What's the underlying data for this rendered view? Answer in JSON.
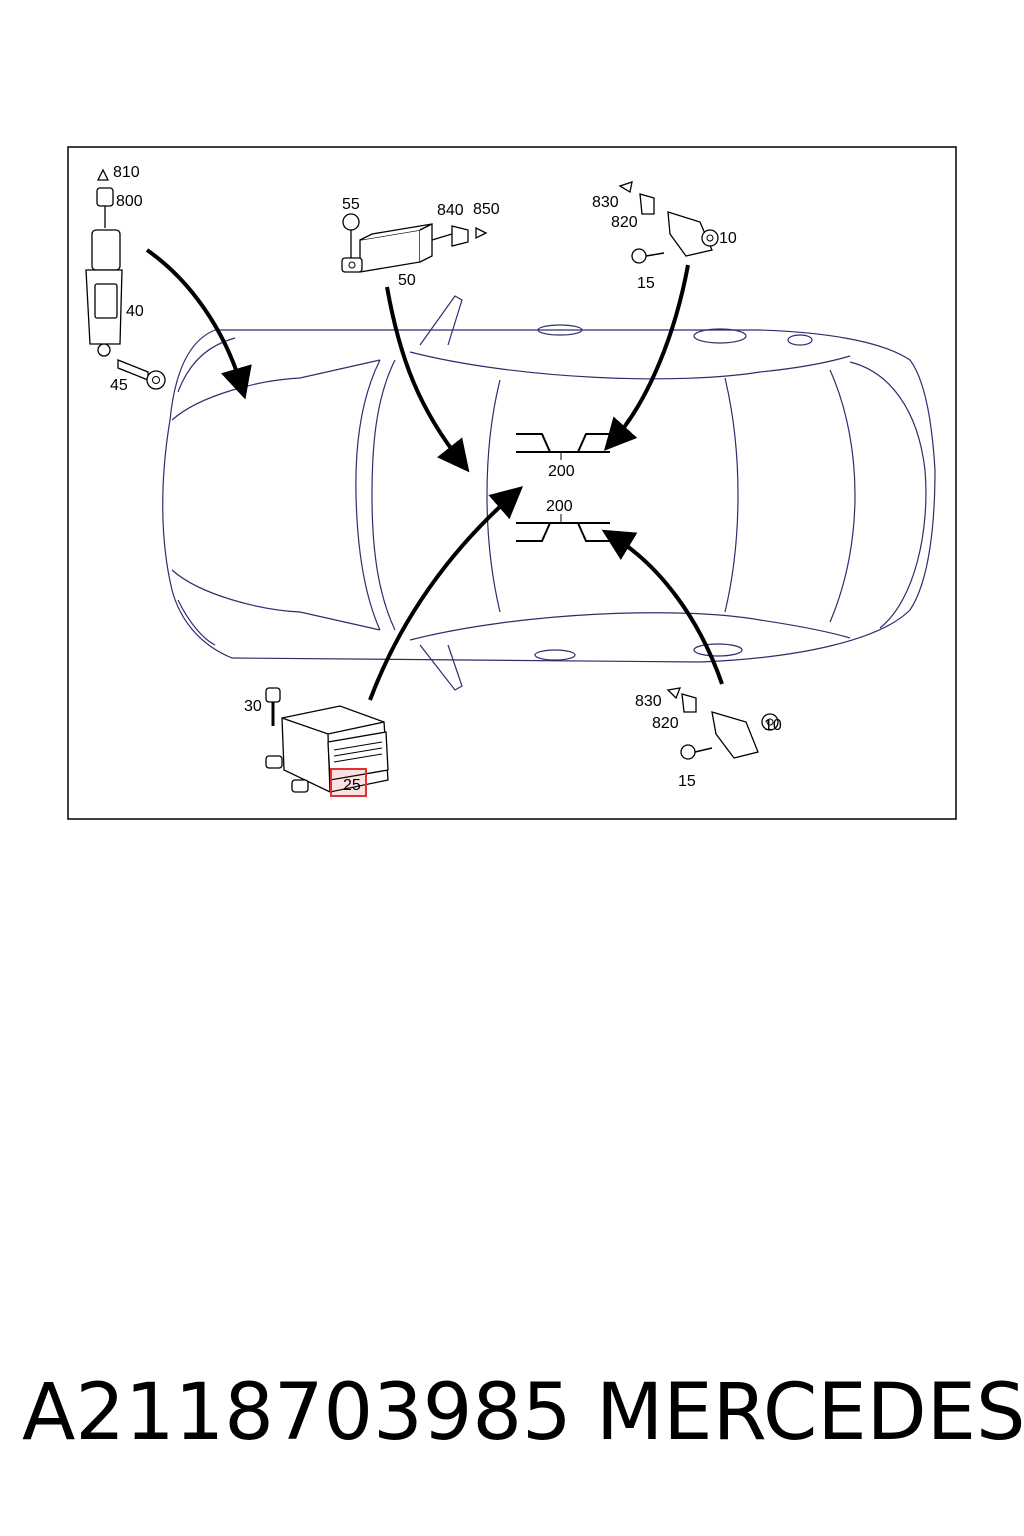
{
  "diagram": {
    "callouts": {
      "c810": "810",
      "c800": "800",
      "c40": "40",
      "c45": "45",
      "c55": "55",
      "c840": "840",
      "c850": "850",
      "c50": "50",
      "c830a": "830",
      "c820a": "820",
      "c10a": "10",
      "c15a": "15",
      "c200a": "200",
      "c200b": "200",
      "c30": "30",
      "c25": "25",
      "c830b": "830",
      "c820b": "820",
      "c10b": "10",
      "c15b": "15"
    },
    "highlight_color": "#e03030"
  },
  "footer": {
    "part_number": "A2118703985",
    "brand": "MERCEDES"
  }
}
